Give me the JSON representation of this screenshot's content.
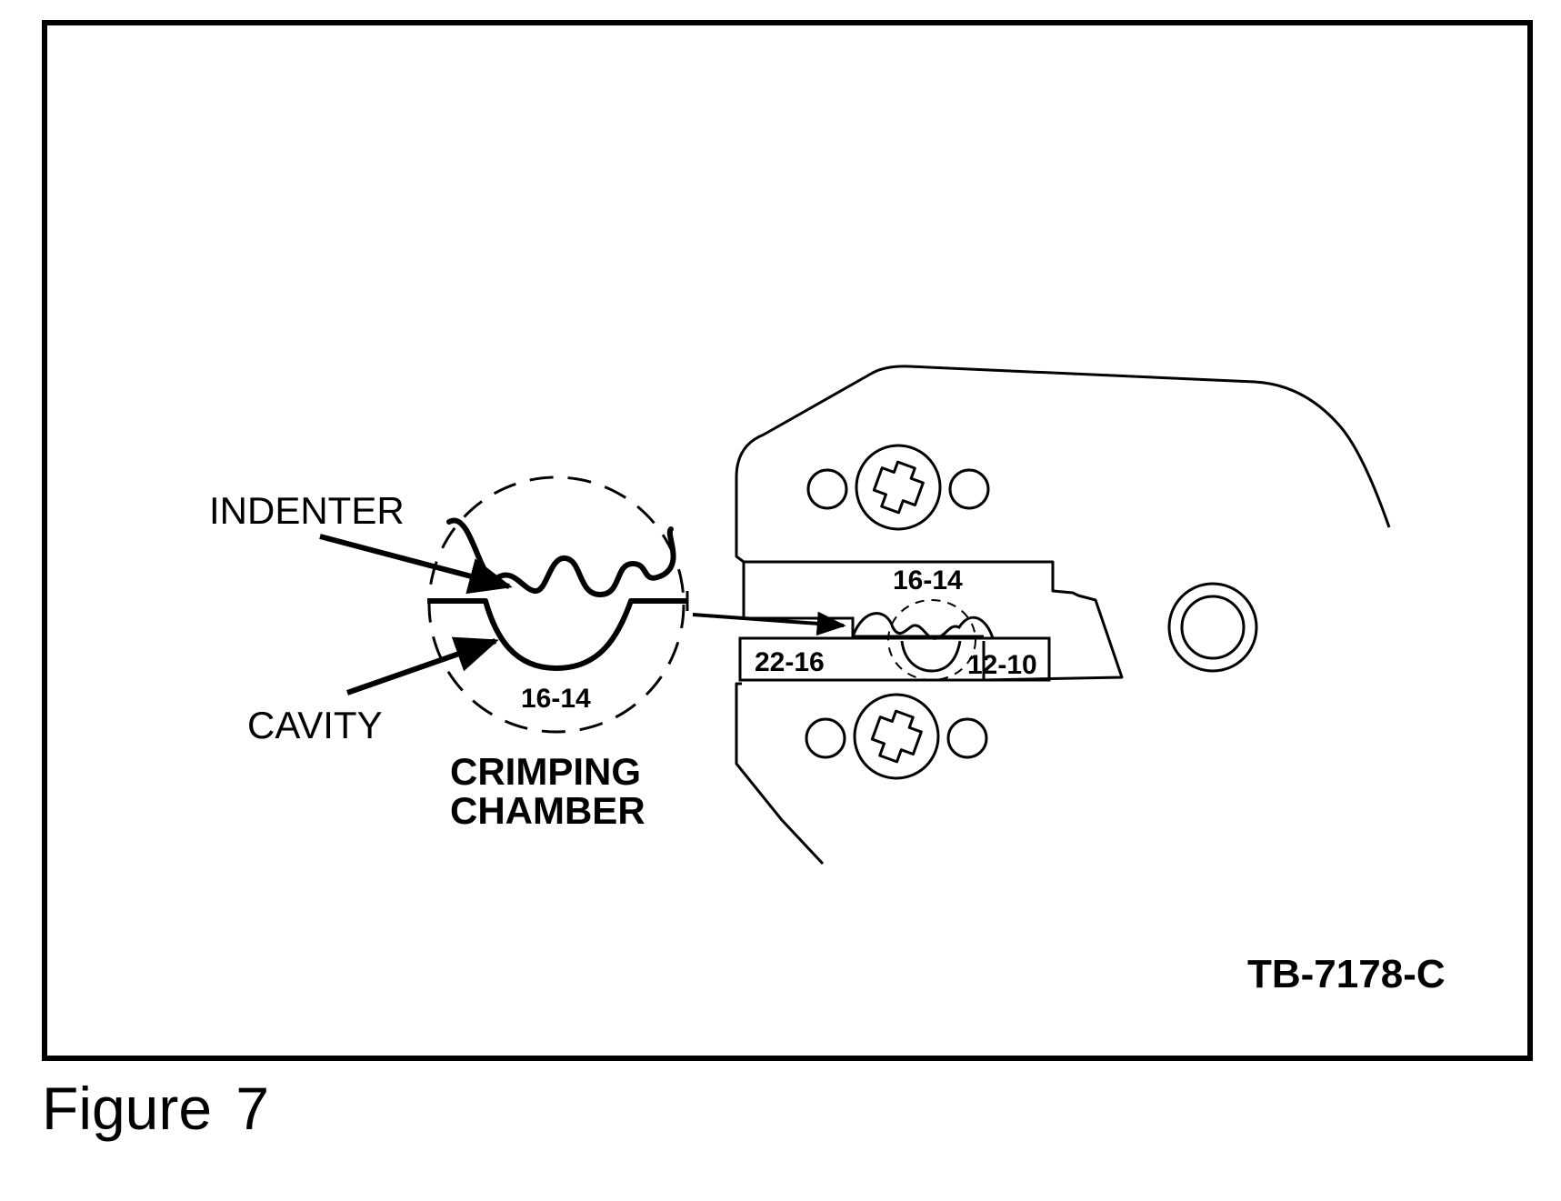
{
  "labels": {
    "indenter": "INDENTER",
    "cavity": "CAVITY",
    "crimping_chamber_line1": "CRIMPING",
    "crimping_chamber_line2": "CHAMBER",
    "detail_wire_size": "16-14",
    "tool_top_wire_size": "16-14",
    "tool_left_wire_size": "22-16",
    "tool_right_wire_size": "12-10",
    "drawing_number": "TB-7178-C"
  },
  "caption": "Figure 7",
  "icons": {
    "screw": "phillips-screw-icon",
    "pivot": "pivot-bolt-icon"
  },
  "colors": {
    "ink": "#000000",
    "paper": "#ffffff"
  }
}
